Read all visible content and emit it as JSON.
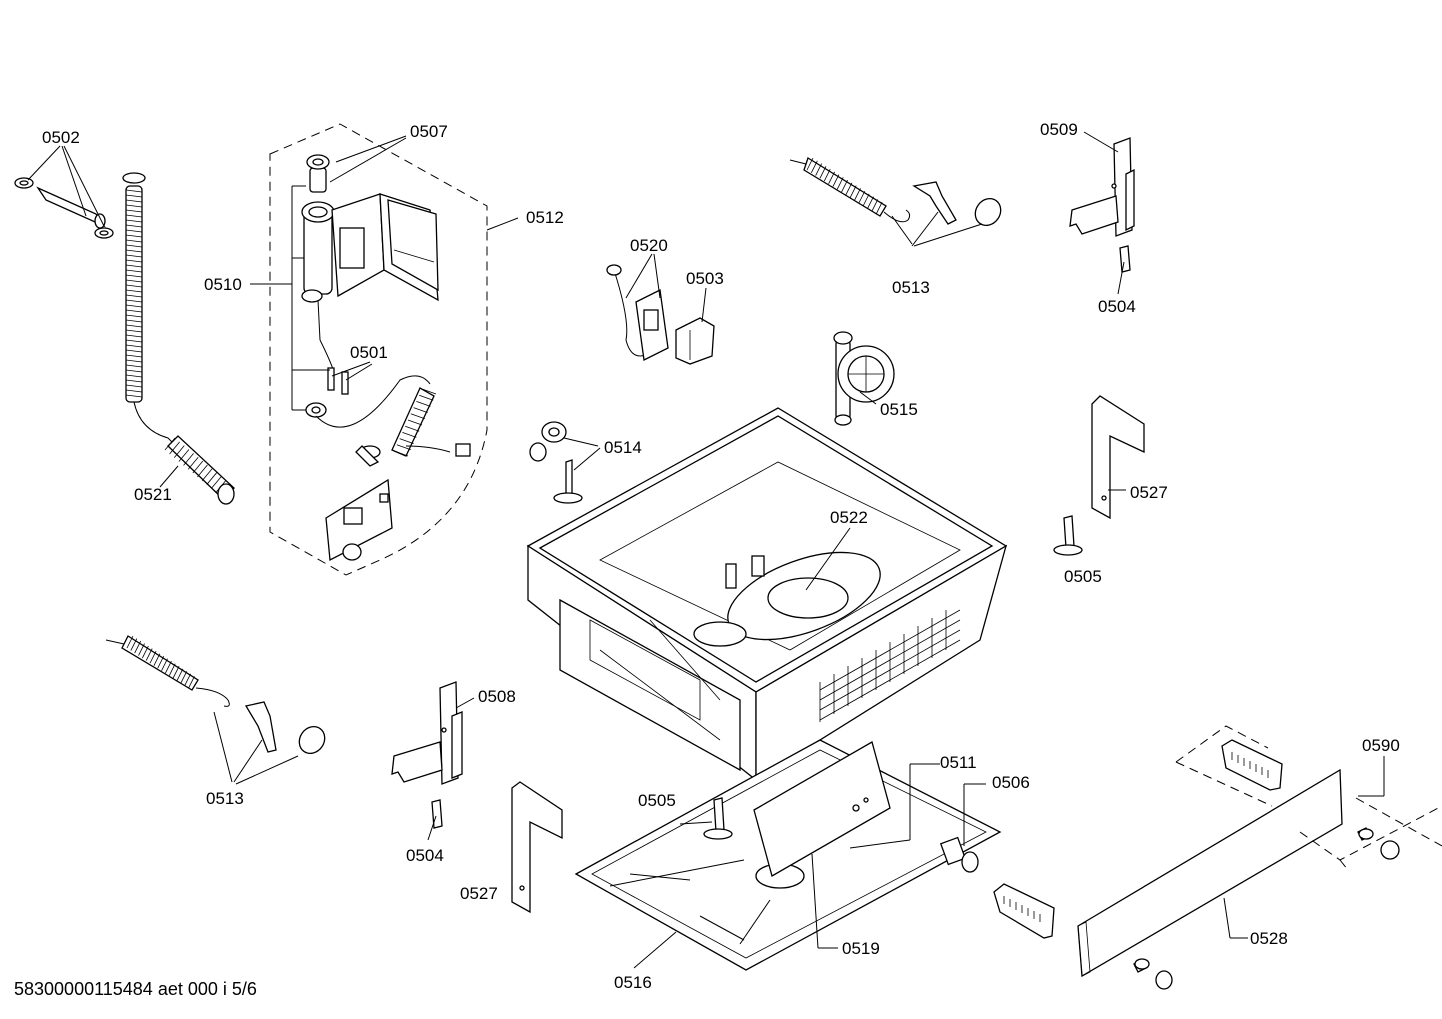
{
  "diagram": {
    "document_id": "58300000115484 aet 000 i 5/6",
    "part_labels": {
      "p0502": "0502",
      "p0507": "0507",
      "p0512": "0512",
      "p0510": "0510",
      "p0501": "0501",
      "p0521": "0521",
      "p0520": "0520",
      "p0503": "0503",
      "p0513a": "0513",
      "p0509": "0509",
      "p0504a": "0504",
      "p0515": "0515",
      "p0514": "0514",
      "p0527a": "0527",
      "p0522": "0522",
      "p0505a": "0505",
      "p0513b": "0513",
      "p0508": "0508",
      "p0504b": "0504",
      "p0527b": "0527",
      "p0505b": "0505",
      "p0511": "0511",
      "p0506": "0506",
      "p0590": "0590",
      "p0516": "0516",
      "p0519": "0519",
      "p0528": "0528"
    }
  }
}
